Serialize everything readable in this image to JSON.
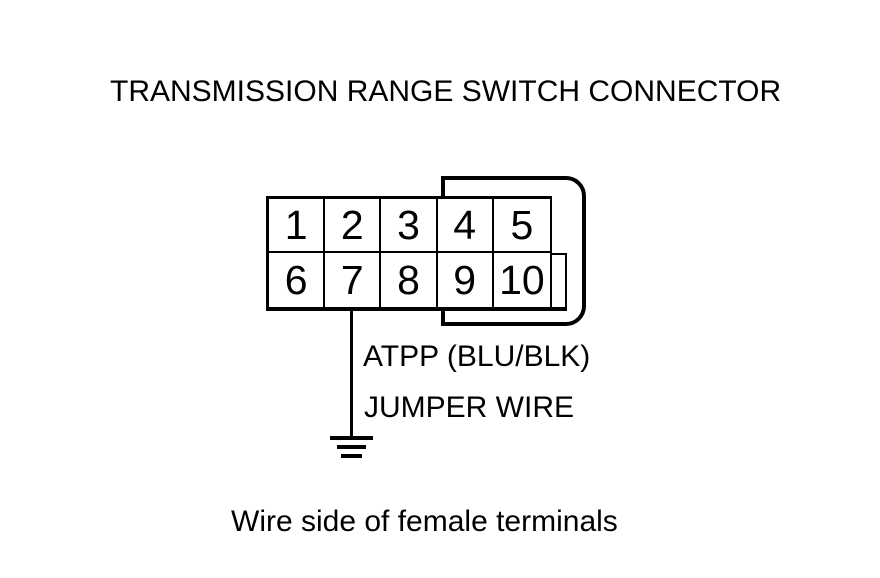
{
  "title": "TRANSMISSION RANGE SWITCH CONNECTOR",
  "connector": {
    "terminals": [
      "1",
      "2",
      "3",
      "4",
      "5",
      "6",
      "7",
      "8",
      "9",
      "10"
    ]
  },
  "labels": {
    "wire_label": "ATPP (BLU/BLK)",
    "jumper_label": "JUMPER WIRE",
    "caption": "Wire side of female terminals"
  },
  "icons": {
    "ground": "ground-symbol"
  },
  "colors": {
    "line": "#000000",
    "background": "#ffffff"
  }
}
